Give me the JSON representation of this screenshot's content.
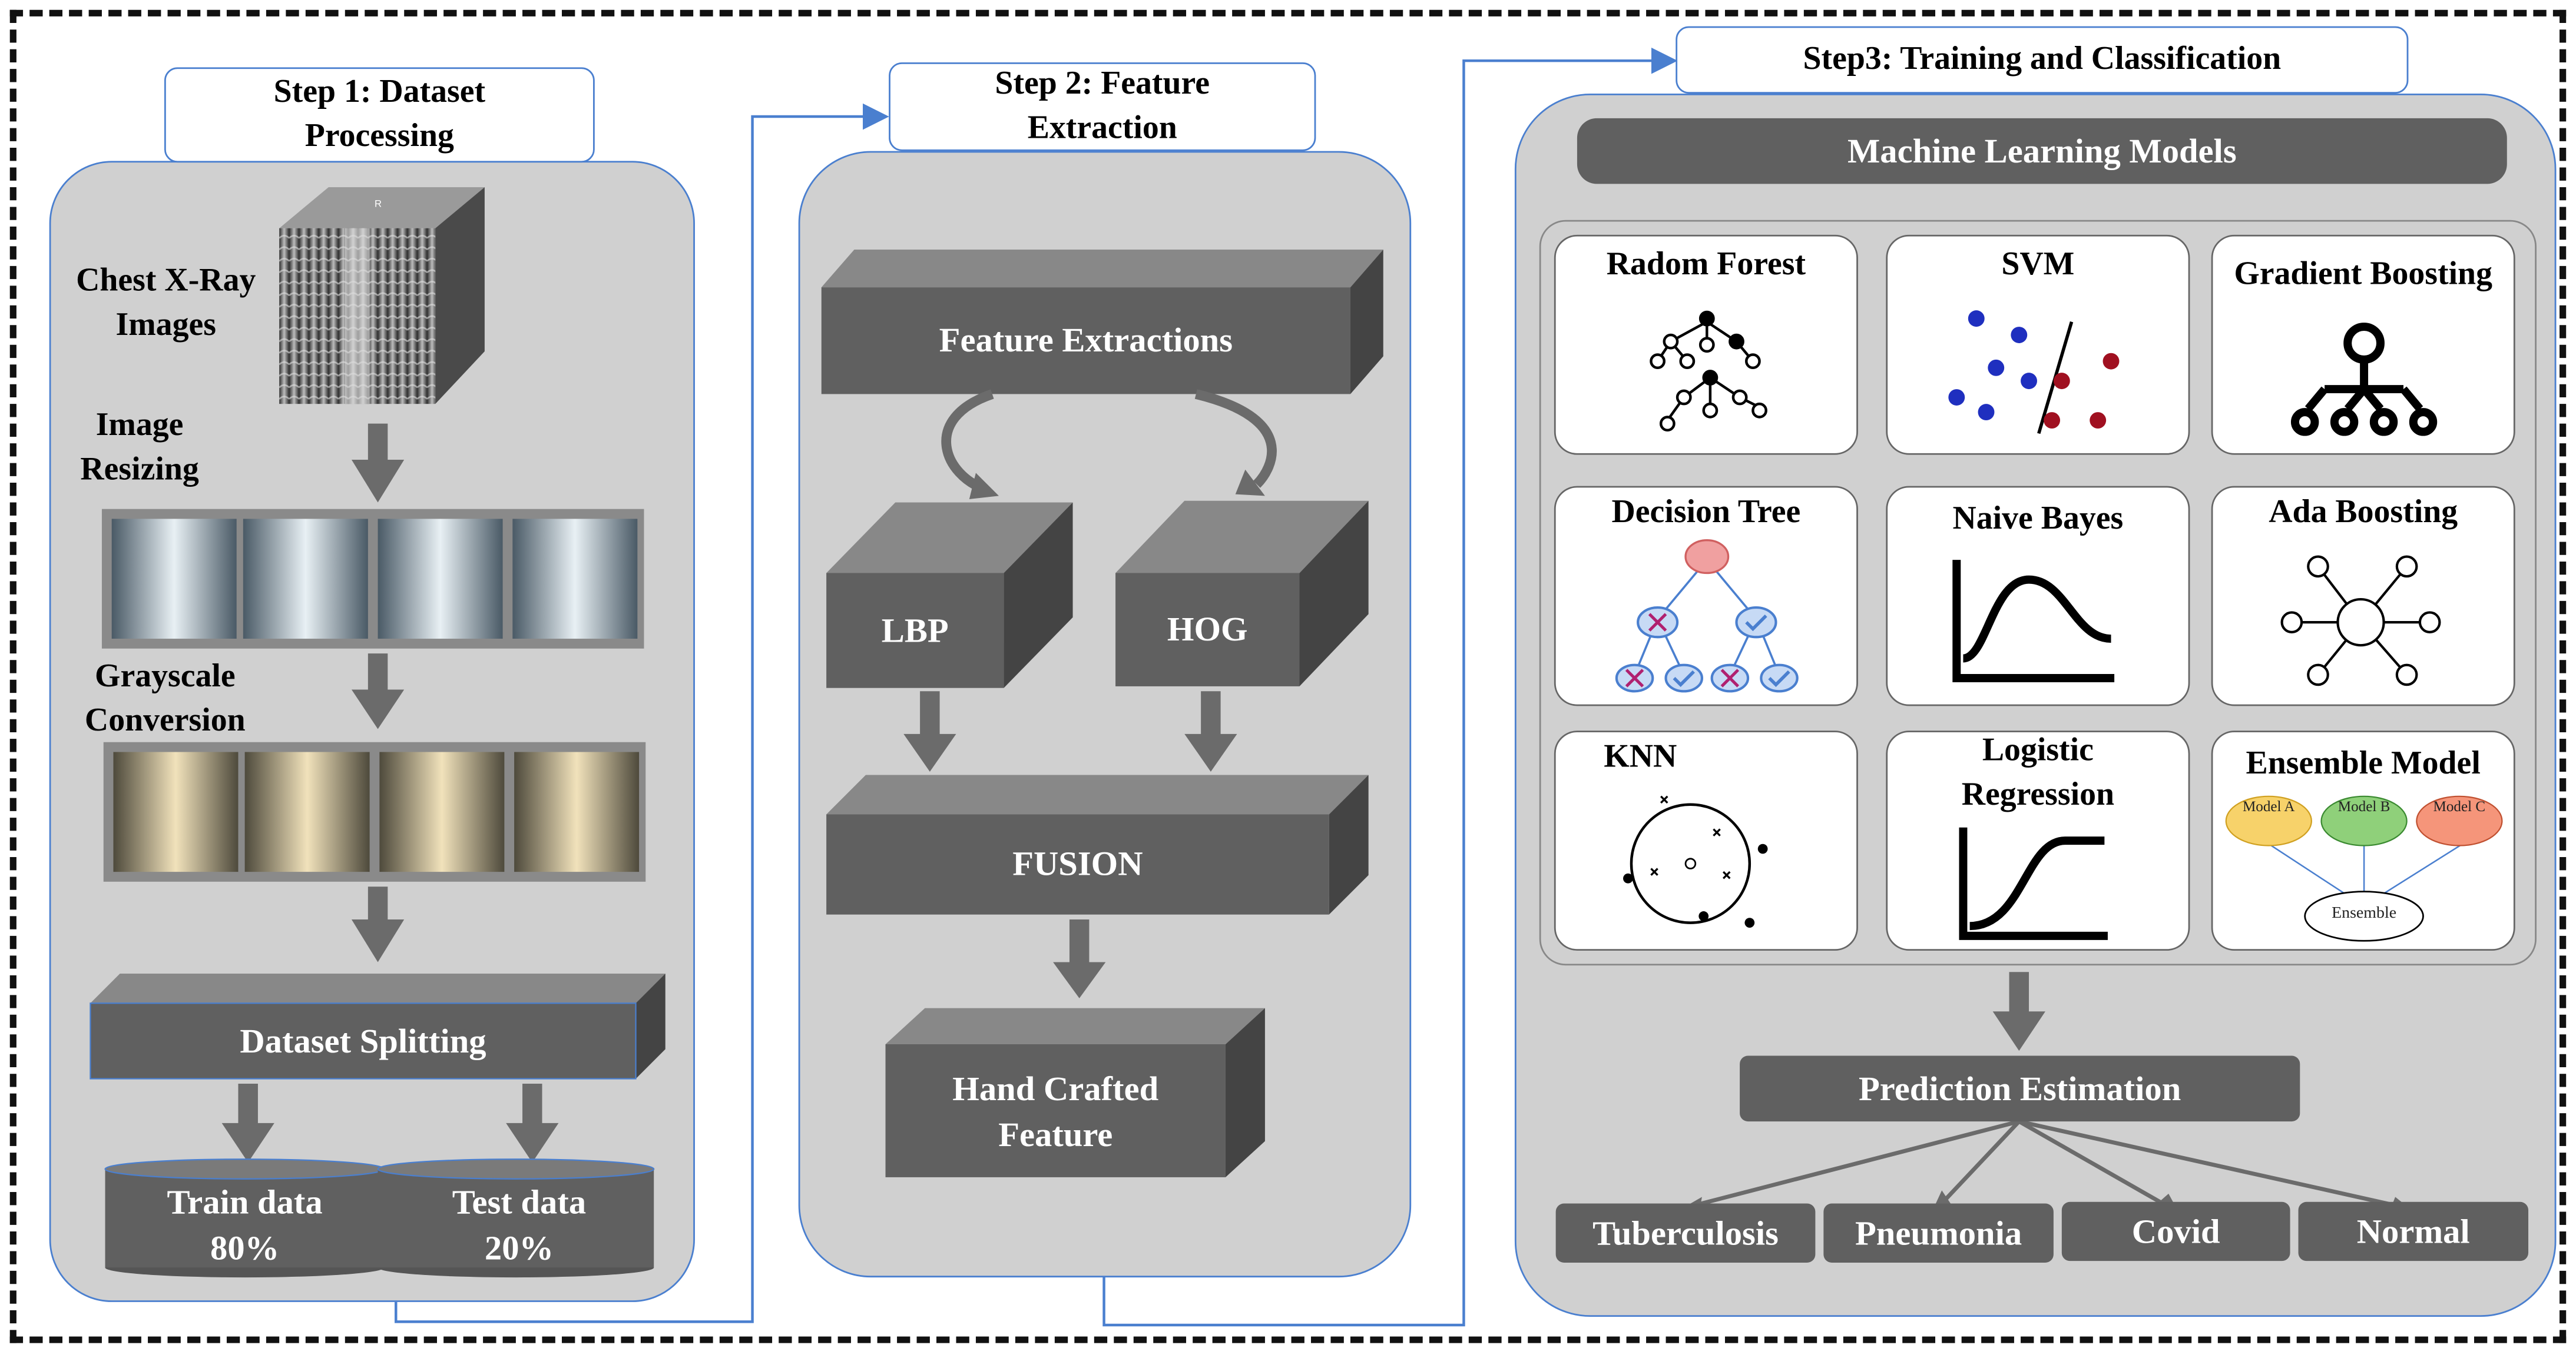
{
  "step1": {
    "title": "Step 1: Dataset Processing",
    "chest_label": "Chest X-Ray Images",
    "resize_label": "Image Resizing",
    "gray_label": "Grayscale Conversion",
    "splitting": "Dataset Splitting",
    "train": {
      "line1": "Train data",
      "line2": "80%"
    },
    "test": {
      "line1": "Test data",
      "line2": "20%"
    },
    "cube_marker": "R"
  },
  "step2": {
    "title": "Step 2: Feature Extraction",
    "feature_extractions": "Feature Extractions",
    "lbp": "LBP",
    "hog": "HOG",
    "fusion": "FUSION",
    "hand_crafted": "Hand Crafted Feature"
  },
  "step3": {
    "title": "Step3: Training and Classification",
    "ml_models": "Machine Learning Models",
    "models": [
      {
        "name": "Radom Forest",
        "icon": "tree-network-icon"
      },
      {
        "name": "SVM",
        "icon": "svm-scatter-icon"
      },
      {
        "name": "Gradient Boosting",
        "icon": "boosting-tree-icon"
      },
      {
        "name": "Decision Tree",
        "icon": "decision-tree-icon"
      },
      {
        "name": "Naive Bayes",
        "icon": "bell-curve-icon"
      },
      {
        "name": "Ada Boosting",
        "icon": "star-network-icon"
      },
      {
        "name": "KNN",
        "icon": "knn-cluster-icon"
      },
      {
        "name": "Logistic Regression",
        "icon": "sigmoid-curve-icon"
      },
      {
        "name": "Ensemble Model",
        "icon": "ensemble-diagram-icon"
      }
    ],
    "ensemble": {
      "model_a": "Model A",
      "model_b": "Model B",
      "model_c": "Model C",
      "ensemble": "Ensemble"
    },
    "prediction": "Prediction Estimation",
    "outcomes": [
      "Tuberculosis",
      "Pneumonia",
      "Covid",
      "Normal"
    ]
  },
  "colors": {
    "panel": "#d0d0d0",
    "dark_box": "#606060",
    "connector": "#4a7fcf",
    "svm_blue": "#1f2fbf",
    "svm_red": "#a01020",
    "ens_a": "#f7d26a",
    "ens_b": "#8fd07a",
    "ens_c": "#f5957a",
    "tree_root": "#f0a0a0"
  }
}
